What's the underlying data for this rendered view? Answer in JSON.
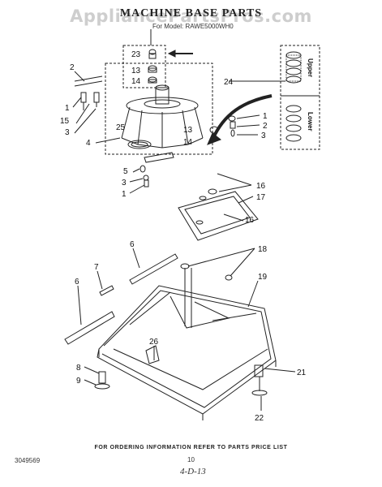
{
  "watermark": "AppliancePartsPros.com",
  "title": "MACHINE BASE PARTS",
  "model_line": "For Model: RAWE5000WH0",
  "order_note": "FOR ORDERING INFORMATION REFER TO PARTS PRICE LIST",
  "page_number": "10",
  "doc_id": "3049569",
  "handwritten_note": "4-D-13",
  "side_labels": {
    "upper": "Upper",
    "lower": "Lower"
  },
  "callouts": {
    "c23": "23",
    "c13a": "13",
    "c14a": "14",
    "c2a": "2",
    "c1a": "1",
    "c15": "15",
    "c3a": "3",
    "c25": "25",
    "c4": "4",
    "c24": "24",
    "c1b": "1",
    "c2b": "2",
    "c3b": "3",
    "c13b": "13",
    "c14b": "14",
    "c5": "5",
    "c3c": "3",
    "c1c": "1",
    "c16a": "16",
    "c17": "17",
    "c16b": "16",
    "c6a": "6",
    "c18": "18",
    "c7": "7",
    "c6b": "6",
    "c19": "19",
    "c26": "26",
    "c8": "8",
    "c9": "9",
    "c21": "21",
    "c22": "22"
  }
}
